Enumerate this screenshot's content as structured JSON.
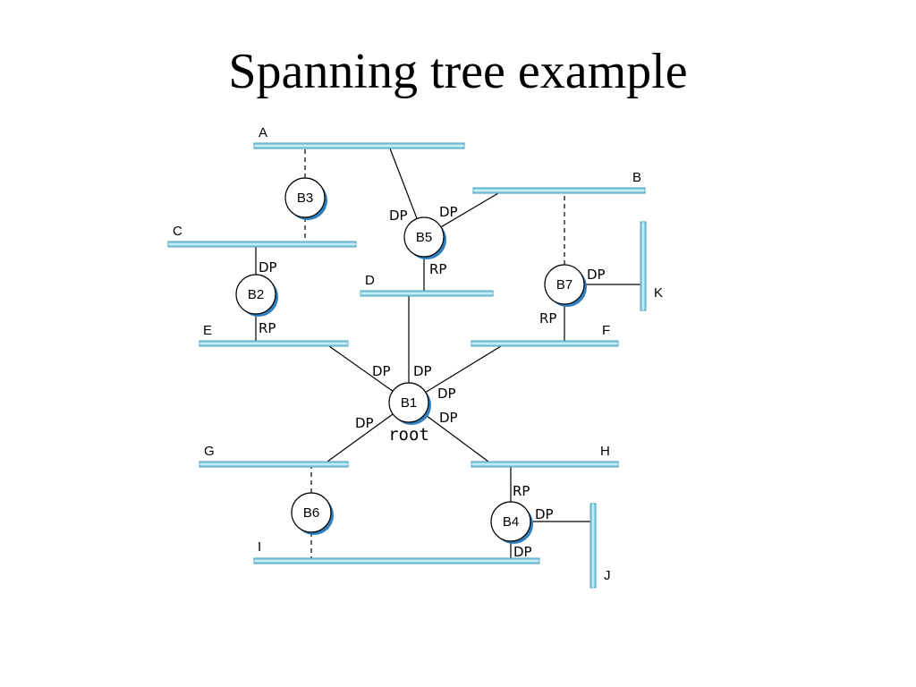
{
  "title": "Spanning tree example",
  "colors": {
    "lan": "#8ed3e6",
    "lan_edge": "#4a9fb8",
    "node_shadow": "#2f7fbf",
    "link": "#000000"
  },
  "lans": [
    {
      "id": "A",
      "label": "A"
    },
    {
      "id": "B",
      "label": "B"
    },
    {
      "id": "C",
      "label": "C"
    },
    {
      "id": "D",
      "label": "D"
    },
    {
      "id": "E",
      "label": "E"
    },
    {
      "id": "F",
      "label": "F"
    },
    {
      "id": "G",
      "label": "G"
    },
    {
      "id": "H",
      "label": "H"
    },
    {
      "id": "I",
      "label": "I"
    },
    {
      "id": "J",
      "label": "J"
    },
    {
      "id": "K",
      "label": "K"
    }
  ],
  "bridges": [
    {
      "id": "B1",
      "label": "B1",
      "note": "root"
    },
    {
      "id": "B2",
      "label": "B2"
    },
    {
      "id": "B3",
      "label": "B3"
    },
    {
      "id": "B4",
      "label": "B4"
    },
    {
      "id": "B5",
      "label": "B5"
    },
    {
      "id": "B6",
      "label": "B6"
    },
    {
      "id": "B7",
      "label": "B7"
    }
  ],
  "links": [
    {
      "bridge": "B1",
      "lan": "D",
      "state": "active",
      "port": "DP"
    },
    {
      "bridge": "B1",
      "lan": "E",
      "state": "active",
      "port": "DP"
    },
    {
      "bridge": "B1",
      "lan": "F",
      "state": "active",
      "port": "DP"
    },
    {
      "bridge": "B1",
      "lan": "G",
      "state": "active",
      "port": "DP"
    },
    {
      "bridge": "B1",
      "lan": "H",
      "state": "active",
      "port": "DP"
    },
    {
      "bridge": "B2",
      "lan": "C",
      "state": "active",
      "port": "DP"
    },
    {
      "bridge": "B2",
      "lan": "E",
      "state": "active",
      "port": "RP"
    },
    {
      "bridge": "B3",
      "lan": "A",
      "state": "blocked"
    },
    {
      "bridge": "B3",
      "lan": "C",
      "state": "blocked"
    },
    {
      "bridge": "B5",
      "lan": "A",
      "state": "active",
      "port": "DP"
    },
    {
      "bridge": "B5",
      "lan": "B",
      "state": "active",
      "port": "DP"
    },
    {
      "bridge": "B5",
      "lan": "D",
      "state": "active",
      "port": "RP"
    },
    {
      "bridge": "B7",
      "lan": "B",
      "state": "blocked"
    },
    {
      "bridge": "B7",
      "lan": "K",
      "state": "active",
      "port": "DP"
    },
    {
      "bridge": "B7",
      "lan": "F",
      "state": "active",
      "port": "RP"
    },
    {
      "bridge": "B6",
      "lan": "G",
      "state": "blocked"
    },
    {
      "bridge": "B6",
      "lan": "I",
      "state": "blocked"
    },
    {
      "bridge": "B4",
      "lan": "H",
      "state": "active",
      "port": "RP"
    },
    {
      "bridge": "B4",
      "lan": "J",
      "state": "active",
      "port": "DP"
    },
    {
      "bridge": "B4",
      "lan": "I",
      "state": "active",
      "port": "DP"
    }
  ]
}
